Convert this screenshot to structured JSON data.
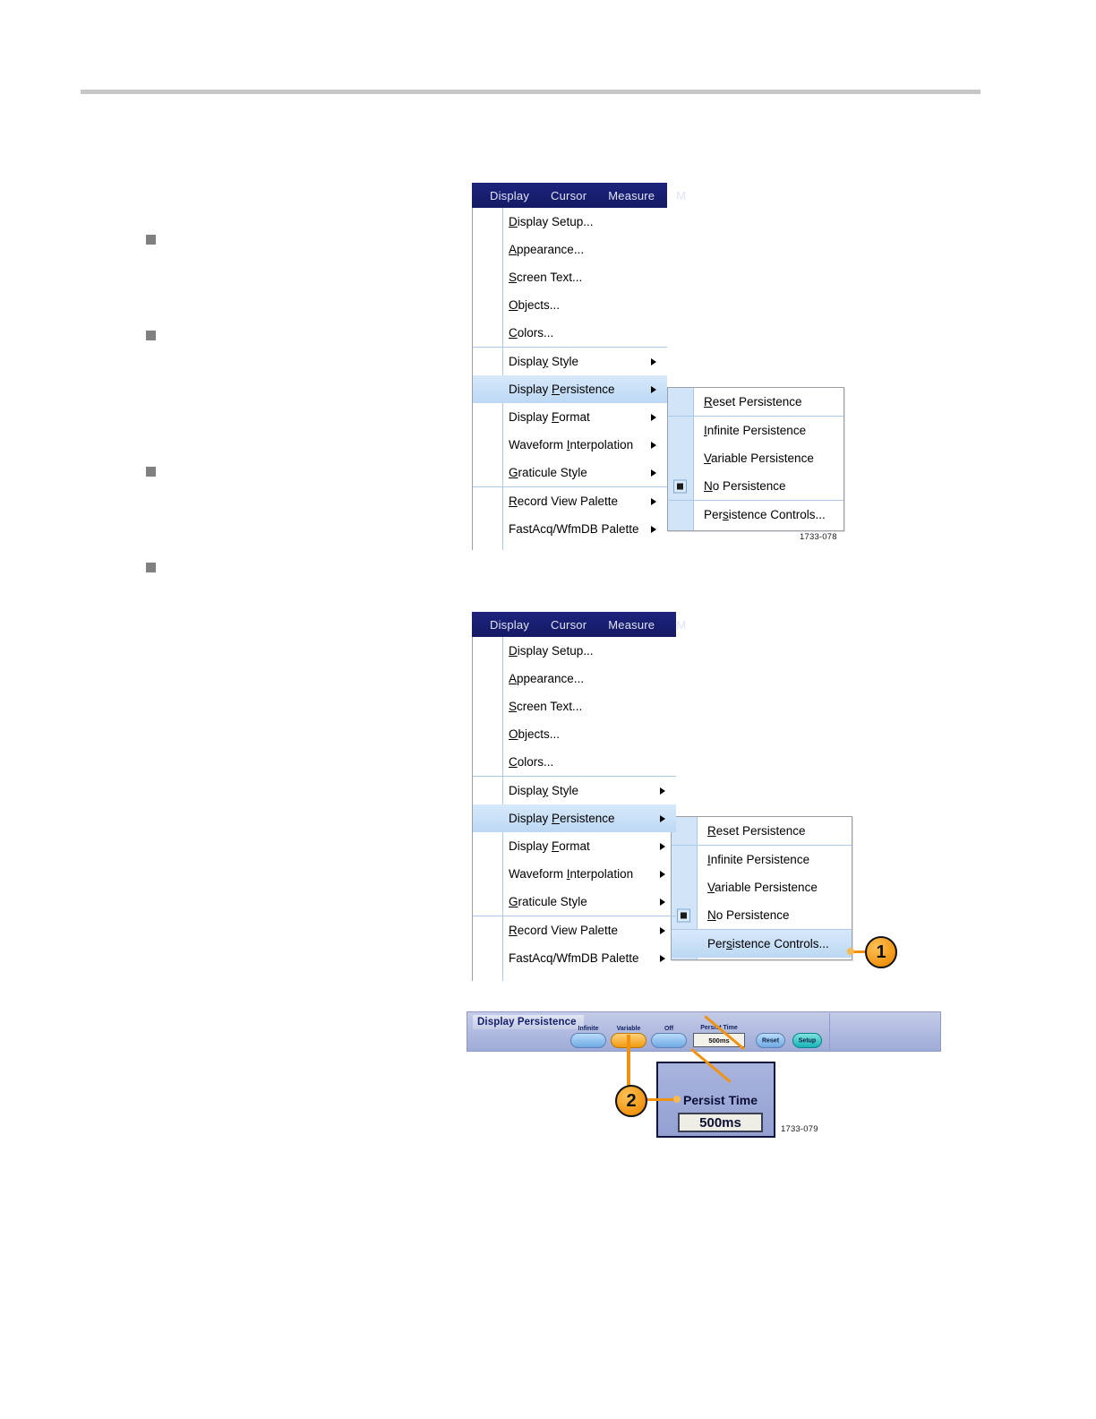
{
  "page": {
    "bullets": [
      "bullet-1",
      "bullet-2",
      "bullet-3",
      "bullet-4"
    ]
  },
  "figure_1": {
    "id": "1733-078",
    "menubar": [
      "Display",
      "Cursor",
      "Measure",
      "M"
    ],
    "menu_items": [
      {
        "label": "Display Setup...",
        "mnemonic": "D",
        "arrow": false,
        "highlight": false
      },
      {
        "label": "Appearance...",
        "mnemonic": "A",
        "arrow": false,
        "highlight": false
      },
      {
        "label": "Screen Text...",
        "mnemonic": "S",
        "arrow": false,
        "highlight": false
      },
      {
        "label": "Objects...",
        "mnemonic": "O",
        "arrow": false,
        "highlight": false
      },
      {
        "label": "Colors...",
        "mnemonic": "C",
        "arrow": false,
        "highlight": false
      },
      {
        "label": "Display Style",
        "mnemonic": "y",
        "arrow": true,
        "highlight": false
      },
      {
        "label": "Display Persistence",
        "mnemonic": "P",
        "arrow": true,
        "highlight": true
      },
      {
        "label": "Display Format",
        "mnemonic": "F",
        "arrow": true,
        "highlight": false
      },
      {
        "label": "Waveform Interpolation",
        "mnemonic": "I",
        "arrow": true,
        "highlight": false
      },
      {
        "label": "Graticule Style",
        "mnemonic": "G",
        "arrow": true,
        "highlight": false
      },
      {
        "label": "Record View Palette",
        "mnemonic": "R",
        "arrow": true,
        "highlight": false
      },
      {
        "label": "FastAcq/WfmDB Palette",
        "mnemonic": "",
        "arrow": true,
        "highlight": false
      }
    ],
    "submenu_items": [
      {
        "label": "Reset Persistence",
        "mnemonic": "R",
        "selected": false,
        "highlight": false
      },
      {
        "label": "Infinite Persistence",
        "mnemonic": "I",
        "selected": false,
        "highlight": false
      },
      {
        "label": "Variable Persistence",
        "mnemonic": "V",
        "selected": false,
        "highlight": false
      },
      {
        "label": "No Persistence",
        "mnemonic": "N",
        "selected": true,
        "highlight": false
      },
      {
        "label": "Persistence Controls...",
        "mnemonic": "s",
        "selected": false,
        "highlight": false
      }
    ]
  },
  "figure_2": {
    "id": "1733-079",
    "menubar": [
      "Display",
      "Cursor",
      "Measure",
      "M"
    ],
    "menu_items": [
      {
        "label": "Display Setup...",
        "mnemonic": "D",
        "arrow": false,
        "highlight": false
      },
      {
        "label": "Appearance...",
        "mnemonic": "A",
        "arrow": false,
        "highlight": false
      },
      {
        "label": "Screen Text...",
        "mnemonic": "S",
        "arrow": false,
        "highlight": false
      },
      {
        "label": "Objects...",
        "mnemonic": "O",
        "arrow": false,
        "highlight": false
      },
      {
        "label": "Colors...",
        "mnemonic": "C",
        "arrow": false,
        "highlight": false
      },
      {
        "label": "Display Style",
        "mnemonic": "y",
        "arrow": true,
        "highlight": false
      },
      {
        "label": "Display Persistence",
        "mnemonic": "P",
        "arrow": true,
        "highlight": true
      },
      {
        "label": "Display Format",
        "mnemonic": "F",
        "arrow": true,
        "highlight": false
      },
      {
        "label": "Waveform Interpolation",
        "mnemonic": "I",
        "arrow": true,
        "highlight": false
      },
      {
        "label": "Graticule Style",
        "mnemonic": "G",
        "arrow": true,
        "highlight": false
      },
      {
        "label": "Record View Palette",
        "mnemonic": "R",
        "arrow": true,
        "highlight": false
      },
      {
        "label": "FastAcq/WfmDB Palette",
        "mnemonic": "",
        "arrow": true,
        "highlight": false
      }
    ],
    "submenu_items": [
      {
        "label": "Reset Persistence",
        "mnemonic": "R",
        "selected": false,
        "highlight": false
      },
      {
        "label": "Infinite Persistence",
        "mnemonic": "I",
        "selected": false,
        "highlight": false
      },
      {
        "label": "Variable Persistence",
        "mnemonic": "V",
        "selected": false,
        "highlight": false
      },
      {
        "label": "No Persistence",
        "mnemonic": "N",
        "selected": true,
        "highlight": false
      },
      {
        "label": "Persistence Controls...",
        "mnemonic": "s",
        "selected": false,
        "highlight": true
      }
    ],
    "callout_1": "1"
  },
  "control_bar": {
    "title": "Display Persistence",
    "buttons": [
      {
        "label": "Infinite",
        "state": "off"
      },
      {
        "label": "Variable",
        "state": "on"
      },
      {
        "label": "Off",
        "state": "off"
      }
    ],
    "persist_time": {
      "label": "Persist Time",
      "value": "500ms"
    },
    "actions": [
      {
        "label": "Reset",
        "style": "blue"
      },
      {
        "label": "Setup",
        "style": "teal"
      }
    ],
    "callout_2": "2",
    "magnifier": {
      "label": "Persist Time",
      "value": "500ms"
    }
  },
  "colors": {
    "menubar_bg": "#181d6e",
    "highlight": "#c9e0f7",
    "callout": "#f5a623",
    "panel_bg": "#aab6dd",
    "rule": "#c6c6c6"
  }
}
